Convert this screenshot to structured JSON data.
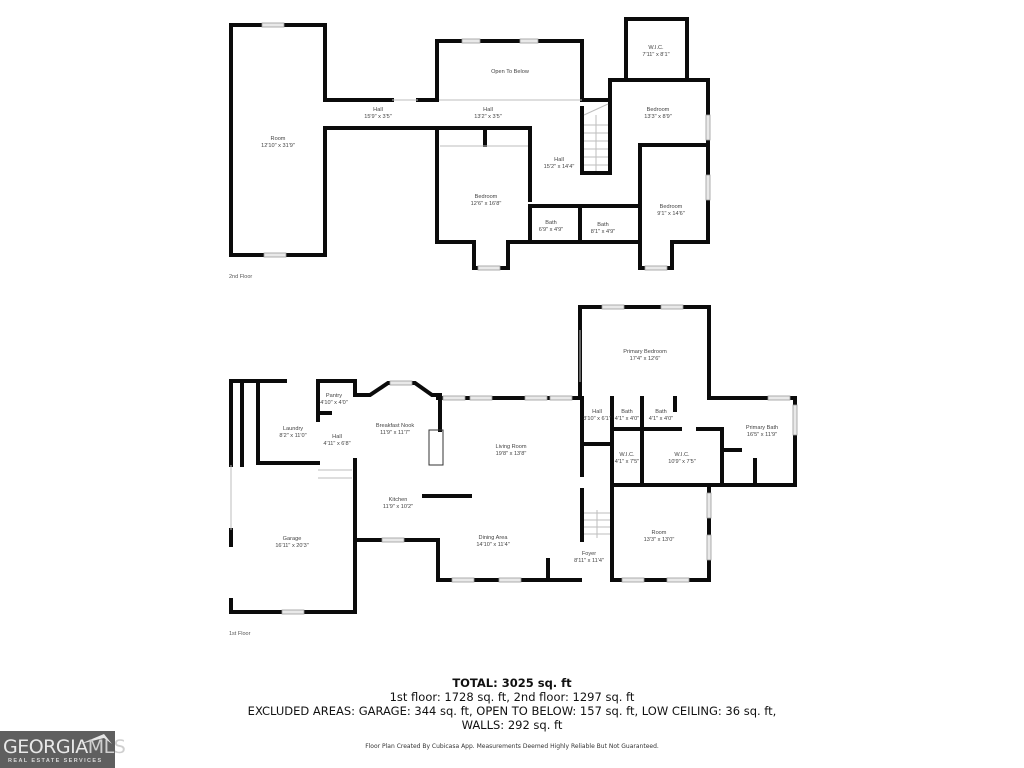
{
  "floors": [
    {
      "label": "2nd Floor",
      "rooms": [
        {
          "name": "Room",
          "dims": "12'10\" x 31'9\""
        },
        {
          "name": "Hall",
          "dims": "15'9\" x 3'5\""
        },
        {
          "name": "Open To Below",
          "dims": ""
        },
        {
          "name": "Hall",
          "dims": "13'2\" x 3'5\""
        },
        {
          "name": "W.I.C.",
          "dims": "7'11\" x 8'1\""
        },
        {
          "name": "Bedroom",
          "dims": "13'3\" x 8'9\""
        },
        {
          "name": "Hall",
          "dims": "15'2\" x 14'4\""
        },
        {
          "name": "Bedroom",
          "dims": "12'6\" x 16'8\""
        },
        {
          "name": "Bath",
          "dims": "6'9\" x 4'9\""
        },
        {
          "name": "Bath",
          "dims": "8'1\" x 4'9\""
        },
        {
          "name": "Bedroom",
          "dims": "9'1\" x 14'6\""
        }
      ]
    },
    {
      "label": "1st Floor",
      "rooms": [
        {
          "name": "Primary Bedroom",
          "dims": "17'4\" x 12'6\""
        },
        {
          "name": "Pantry",
          "dims": "4'10\" x 4'0\""
        },
        {
          "name": "Laundry",
          "dims": "8'2\" x 11'0\""
        },
        {
          "name": "Hall",
          "dims": "4'11\" x 6'8\""
        },
        {
          "name": "Breakfast Nook",
          "dims": "11'9\" x 11'7\""
        },
        {
          "name": "Living Room",
          "dims": "19'8\" x 13'8\""
        },
        {
          "name": "Hall",
          "dims": "3'10\" x 6'1\""
        },
        {
          "name": "Bath",
          "dims": "4'1\" x 4'0\""
        },
        {
          "name": "Bath",
          "dims": "4'1\" x 4'0\""
        },
        {
          "name": "Primary Bath",
          "dims": "16'5\" x 11'9\""
        },
        {
          "name": "W.I.C.",
          "dims": "4'1\" x 7'5\""
        },
        {
          "name": "W.I.C.",
          "dims": "10'9\" x 7'5\""
        },
        {
          "name": "Kitchen",
          "dims": "11'9\" x 10'2\""
        },
        {
          "name": "Garage",
          "dims": "16'11\" x 20'3\""
        },
        {
          "name": "Dining Area",
          "dims": "14'10\" x 11'4\""
        },
        {
          "name": "Foyer",
          "dims": "8'11\" x 11'4\""
        },
        {
          "name": "Room",
          "dims": "13'3\" x 13'0\""
        }
      ]
    }
  ],
  "summary": {
    "total": "TOTAL: 3025 sq. ft",
    "floors_line": "1st floor: 1728 sq. ft, 2nd floor: 1297 sq. ft",
    "excluded_line": "EXCLUDED AREAS: GARAGE: 344 sq. ft, OPEN TO BELOW: 157 sq. ft, LOW CEILING: 36 sq. ft,",
    "walls_line": "WALLS: 292 sq. ft",
    "credit": "Floor Plan Created By Cubicasa App. Measurements Deemed Highly Reliable But Not Guaranteed."
  },
  "logo": {
    "brand_main": "GEORGIA",
    "brand_accent": "MLS",
    "subtitle": "REAL ESTATE SERVICES"
  },
  "colors": {
    "wall": "#0b0b0b",
    "logo_bg": "#5f5f5f",
    "text": "#111111"
  }
}
